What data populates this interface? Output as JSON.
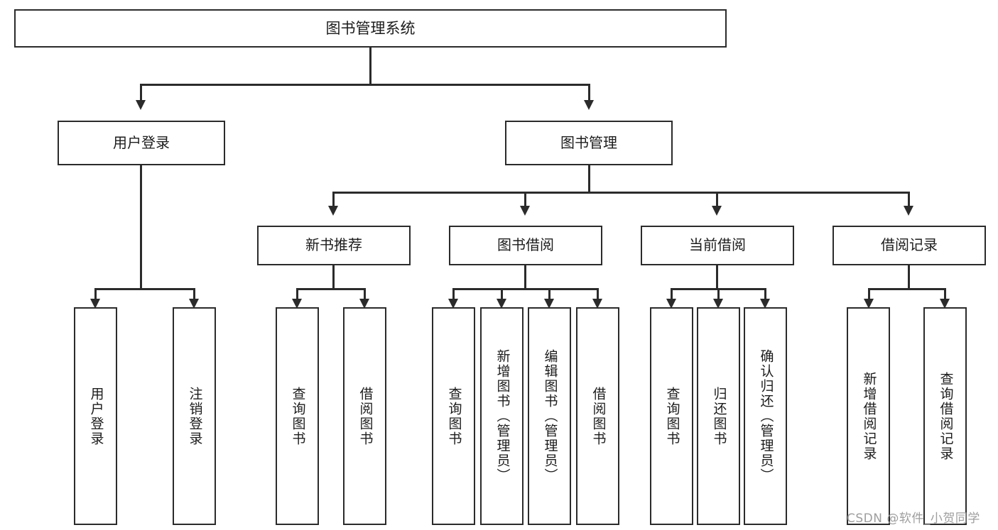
{
  "diagram": {
    "title": "图书管理系统",
    "type": "tree-hierarchy",
    "root": {
      "label": "图书管理系统"
    },
    "level2": [
      {
        "label": "用户登录"
      },
      {
        "label": "图书管理"
      }
    ],
    "level3": [
      {
        "label": "新书推荐"
      },
      {
        "label": "图书借阅"
      },
      {
        "label": "当前借阅"
      },
      {
        "label": "借阅记录"
      }
    ],
    "leaves": {
      "user_login": [
        {
          "label": "用户登录"
        },
        {
          "label": "注销登录"
        }
      ],
      "new_book_recommend": [
        {
          "label": "查询图书"
        },
        {
          "label": "借阅图书"
        }
      ],
      "book_borrow": [
        {
          "label": "查询图书"
        },
        {
          "label": "新增图书（管理员）"
        },
        {
          "label": "编辑图书（管理员）"
        },
        {
          "label": "借阅图书"
        }
      ],
      "current_borrow": [
        {
          "label": "查询图书"
        },
        {
          "label": "归还图书"
        },
        {
          "label": "确认归还（管理员）"
        }
      ],
      "borrow_record": [
        {
          "label": "新增借阅记录"
        },
        {
          "label": "查询借阅记录"
        }
      ]
    }
  },
  "watermark": {
    "text": "CSDN @软件_小贺同学"
  },
  "colors": {
    "stroke": "#2b2b2b",
    "fill": "#ffffff",
    "text": "#1c1c1c",
    "watermark": "#9e9e9e"
  }
}
